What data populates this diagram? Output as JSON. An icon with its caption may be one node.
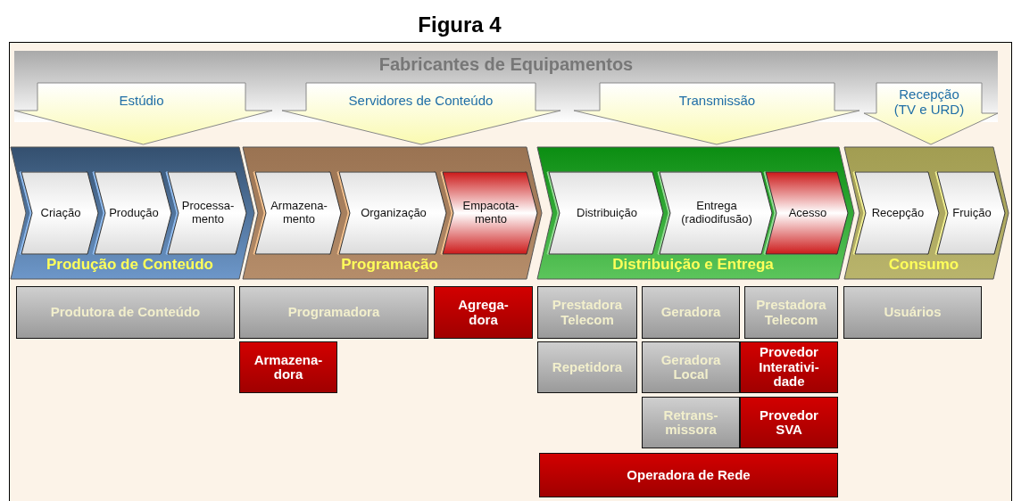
{
  "diagram": {
    "title": "Figura 4",
    "nodes": [
      {
        "text": [
          "Fabricantes de Equipamentos"
        ]
      },
      {
        "text": [
          "Estúdio"
        ]
      },
      {
        "text": [
          "Servidores de Conteúdo"
        ]
      },
      {
        "text": [
          "Transmissão"
        ]
      },
      {
        "text": [
          "Recepção (TV e URD)"
        ]
      },
      {
        "text": [
          "Produção de Conteúdo"
        ]
      },
      {
        "text": [
          "Criação"
        ],
        "in": 5
      },
      {
        "text": [
          "Produção"
        ],
        "in": 5
      },
      {
        "text": [
          "Processa- mento"
        ],
        "in": 5
      },
      {
        "text": [
          "Programação"
        ]
      },
      {
        "text": [
          "Armazena- mento"
        ],
        "in": 9
      },
      {
        "text": [
          "Organização"
        ],
        "in": 9
      },
      {
        "text": [
          "Empacota- mento"
        ],
        "in": 9
      },
      {
        "text": [
          "Distribuição e Entrega"
        ]
      },
      {
        "text": [
          "Distribuição"
        ],
        "in": 13
      },
      {
        "text": [
          "Entrega (radiodifusão)"
        ],
        "in": 13
      },
      {
        "text": [
          "Acesso"
        ],
        "in": 13
      },
      {
        "text": [
          "Consumo"
        ]
      },
      {
        "text": [
          "Recepção"
        ],
        "in": 17
      },
      {
        "text": [
          "Fruição"
        ],
        "in": 17
      },
      {
        "text": [
          "Produtora de Conteúdo"
        ]
      },
      {
        "text": [
          "Programadora"
        ]
      },
      {
        "text": [
          "Agrega- dora"
        ]
      },
      {
        "text": [
          "Prestadora Telecom"
        ]
      },
      {
        "text": [
          "Geradora"
        ]
      },
      {
        "text": [
          "Prestadora Telecom"
        ]
      },
      {
        "text": [
          "Usuários"
        ]
      },
      {
        "text": [
          "Armazena- dora"
        ]
      },
      {
        "text": [
          "Repetidora"
        ]
      },
      {
        "text": [
          "Geradora Local"
        ]
      },
      {
        "text": [
          "Provedor Interativi- dade"
        ]
      },
      {
        "text": [
          "Retrans- missora"
        ]
      },
      {
        "text": [
          "Provedor SVA"
        ]
      },
      {
        "text": [
          "Operadora de Rede"
        ]
      }
    ]
  }
}
